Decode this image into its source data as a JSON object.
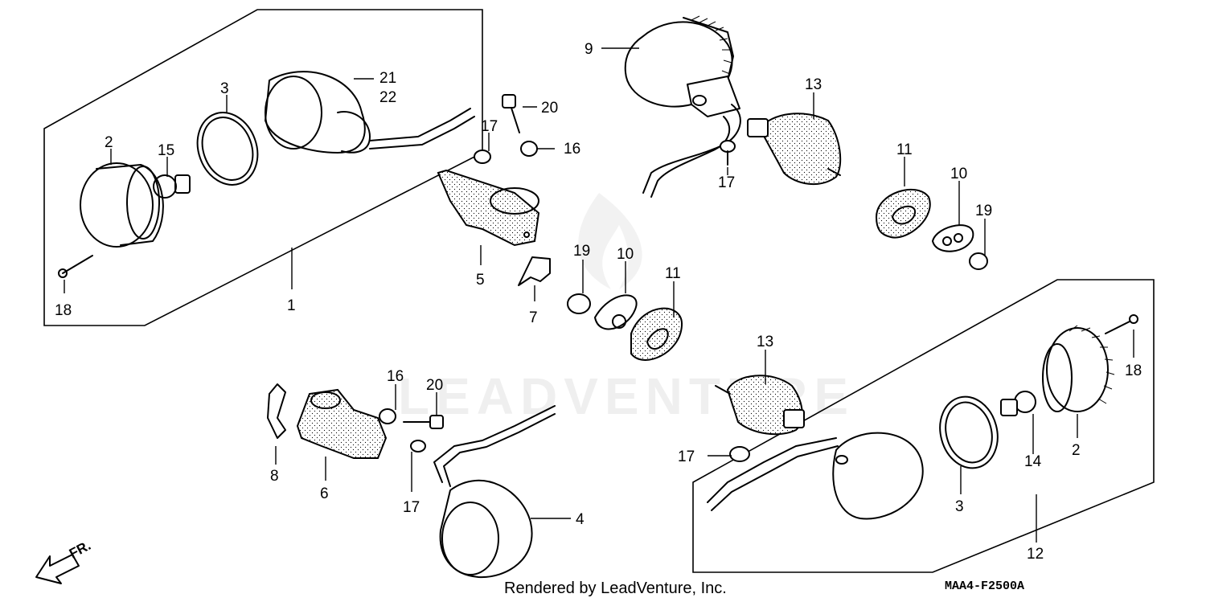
{
  "diagram": {
    "callouts": [
      {
        "id": "c-2a",
        "label": "2"
      },
      {
        "id": "c-15",
        "label": "15"
      },
      {
        "id": "c-3a",
        "label": "3"
      },
      {
        "id": "c-21",
        "label": "21"
      },
      {
        "id": "c-22",
        "label": "22"
      },
      {
        "id": "c-18a",
        "label": "18"
      },
      {
        "id": "c-1",
        "label": "1"
      },
      {
        "id": "c-20a",
        "label": "20"
      },
      {
        "id": "c-17a",
        "label": "17"
      },
      {
        "id": "c-16a",
        "label": "16"
      },
      {
        "id": "c-5",
        "label": "5"
      },
      {
        "id": "c-7",
        "label": "7"
      },
      {
        "id": "c-19a",
        "label": "19"
      },
      {
        "id": "c-10a",
        "label": "10"
      },
      {
        "id": "c-11a",
        "label": "11"
      },
      {
        "id": "c-9",
        "label": "9"
      },
      {
        "id": "c-13a",
        "label": "13"
      },
      {
        "id": "c-17b",
        "label": "17"
      },
      {
        "id": "c-11b",
        "label": "11"
      },
      {
        "id": "c-10b",
        "label": "10"
      },
      {
        "id": "c-19b",
        "label": "19"
      },
      {
        "id": "c-16b",
        "label": "16"
      },
      {
        "id": "c-20b",
        "label": "20"
      },
      {
        "id": "c-8",
        "label": "8"
      },
      {
        "id": "c-6",
        "label": "6"
      },
      {
        "id": "c-17c",
        "label": "17"
      },
      {
        "id": "c-4",
        "label": "4"
      },
      {
        "id": "c-13b",
        "label": "13"
      },
      {
        "id": "c-17d",
        "label": "17"
      },
      {
        "id": "c-18b",
        "label": "18"
      },
      {
        "id": "c-2b",
        "label": "2"
      },
      {
        "id": "c-14",
        "label": "14"
      },
      {
        "id": "c-3b",
        "label": "3"
      },
      {
        "id": "c-12",
        "label": "12"
      }
    ],
    "watermark": "LEADVENTURE",
    "credit": "Rendered by LeadVenture, Inc.",
    "diagram_code": "MAA4-F2500A",
    "front_indicator": "FR."
  }
}
